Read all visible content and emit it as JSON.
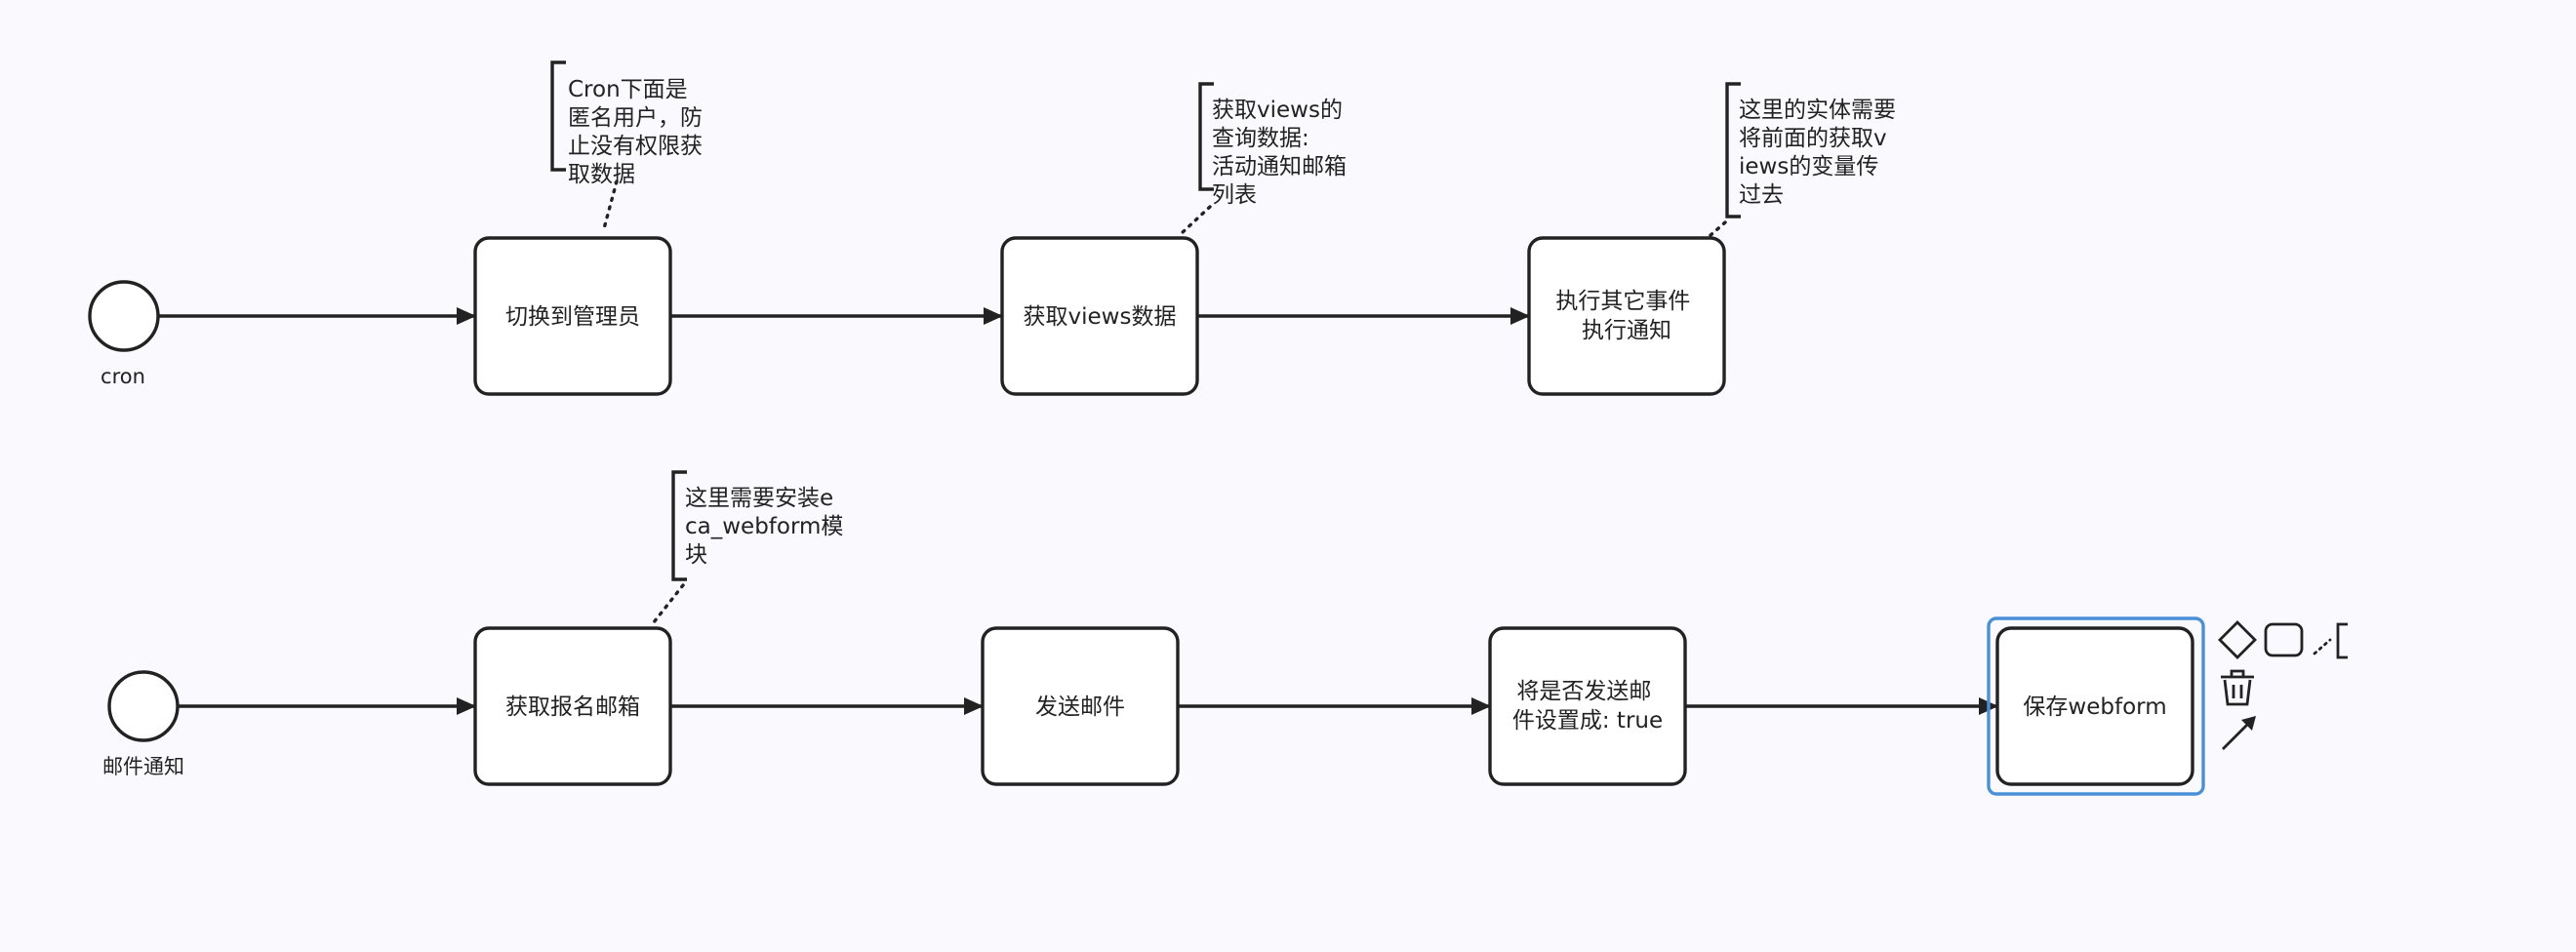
{
  "events": {
    "cron": {
      "label": "cron"
    },
    "mail_notify": {
      "label": "邮件通知"
    }
  },
  "tasks": {
    "switch_admin": {
      "lines": [
        "切换到管理员"
      ]
    },
    "get_views": {
      "lines": [
        "获取views数据"
      ]
    },
    "exec_other": {
      "lines": [
        "执行其它事件",
        "执行通知"
      ]
    },
    "get_signup_email": {
      "lines": [
        "获取报名邮箱"
      ]
    },
    "send_mail": {
      "lines": [
        "发送邮件"
      ]
    },
    "set_send_flag": {
      "lines": [
        "将是否发送邮",
        "件设置成: true"
      ]
    },
    "save_webform": {
      "lines": [
        "保存webform"
      ]
    }
  },
  "annotations": {
    "cron_anon": {
      "lines": [
        "Cron下面是",
        "匿名用户，防",
        "止没有权限获",
        "取数据"
      ]
    },
    "views_query": {
      "lines": [
        "获取views的",
        "查询数据:",
        "活动通知邮箱",
        "列表"
      ]
    },
    "entity_pass": {
      "lines": [
        "这里的实体需要",
        "将前面的获取v",
        "iews的变量传",
        "过去"
      ]
    },
    "install_module": {
      "lines": [
        "这里需要安装e",
        "ca_webform模",
        "块"
      ]
    }
  },
  "context_pad": {
    "items": [
      "gateway-icon",
      "task-icon",
      "annotation-icon",
      "delete-icon",
      "connect-arrow-icon"
    ],
    "highlight_color": "#4a90d9"
  },
  "colors": {
    "stroke": "#222222",
    "background": "#fafafe",
    "selection": "#4a90d9"
  }
}
